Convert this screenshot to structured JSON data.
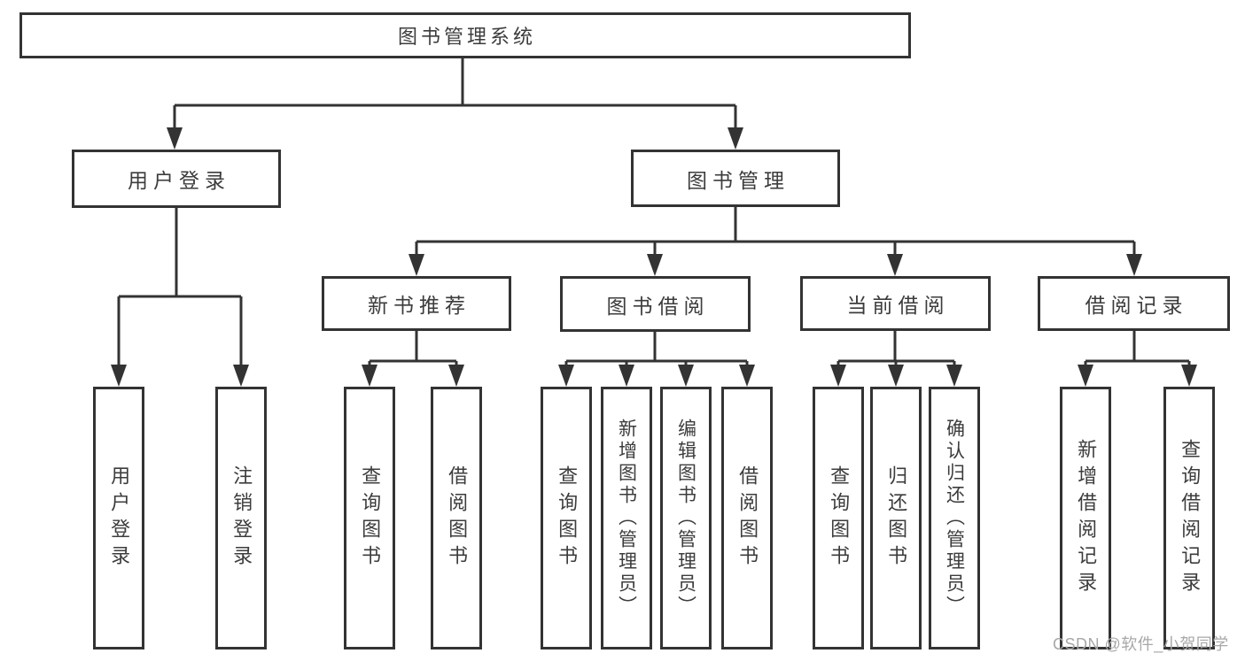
{
  "tree": {
    "label": "图书管理系统",
    "children": [
      {
        "label": "用户登录",
        "children": [
          {
            "label": "用户登录"
          },
          {
            "label": "注销登录"
          }
        ]
      },
      {
        "label": "图书管理",
        "children": [
          {
            "label": "新书推荐",
            "children": [
              {
                "label": "查询图书"
              },
              {
                "label": "借阅图书"
              }
            ]
          },
          {
            "label": "图书借阅",
            "children": [
              {
                "label": "查询图书"
              },
              {
                "label": "新增图书（管理员）"
              },
              {
                "label": "编辑图书（管理员）"
              },
              {
                "label": "借阅图书"
              }
            ]
          },
          {
            "label": "当前借阅",
            "children": [
              {
                "label": "查询图书"
              },
              {
                "label": "归还图书"
              },
              {
                "label": "确认归还（管理员）"
              }
            ]
          },
          {
            "label": "借阅记录",
            "children": [
              {
                "label": "新增借阅记录"
              },
              {
                "label": "查询借阅记录"
              }
            ]
          }
        ]
      }
    ]
  },
  "watermark": {
    "text": "CSDN @软件_小贺同学"
  },
  "colors": {
    "line": "#333333",
    "text": "#3c3c3c",
    "background": "#ffffff",
    "watermark": "#a8a8a8"
  }
}
